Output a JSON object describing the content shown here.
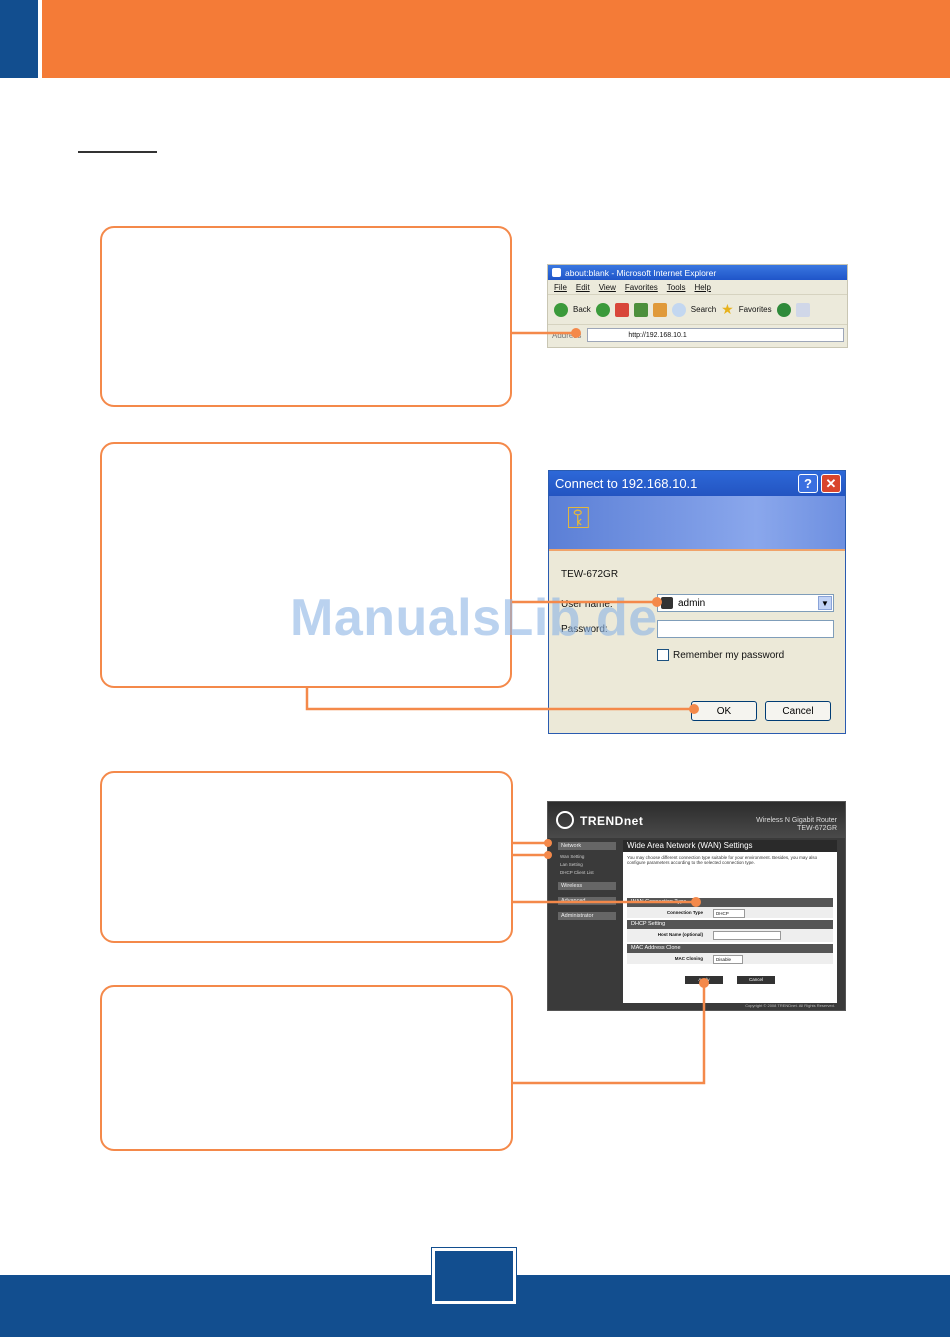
{
  "watermark": "ManualsLib.de",
  "ie": {
    "title": "about:blank - Microsoft Internet Explorer",
    "menu": [
      "File",
      "Edit",
      "View",
      "Favorites",
      "Tools",
      "Help"
    ],
    "toolbar": {
      "back": "Back",
      "search": "Search",
      "favorites": "Favorites"
    },
    "address_label": "Address",
    "address_value": "http://192.168.10.1"
  },
  "login": {
    "title": "Connect to 192.168.10.1",
    "help_glyph": "?",
    "close_glyph": "✕",
    "server": "TEW-672GR",
    "username_label": "User name:",
    "username_value": "admin",
    "password_label": "Password:",
    "remember_label": "Remember my password",
    "ok": "OK",
    "cancel": "Cancel"
  },
  "router": {
    "brand": "TRENDnet",
    "product_line1": "Wireless N Gigabit Router",
    "product_line2": "TEW-672GR",
    "nav": [
      "Network",
      "Wireless",
      "Advanced",
      "Administrator"
    ],
    "network_sub": [
      "Wan Setting",
      "Lan Setting",
      "DHCP Client List"
    ],
    "panel_title": "Wide Area Network (WAN) Settings",
    "panel_desc": "You may choose different connection type suitable for your environment. Besides, you may also configure parameters according to the selected connection type.",
    "sections": {
      "wan_type": "WAN Connection Type",
      "wan_type_label": "Connection Type",
      "wan_type_value": "DHCP",
      "dhcp": "DHCP Setting",
      "host_label": "Host Name (optional)",
      "mac": "MAC Address Clone",
      "mac_label": "MAC Cloning",
      "mac_value": "Disable"
    },
    "apply": "Apply",
    "cancel": "Cancel",
    "copyright": "Copyright © 2008 TRENDnet. All Rights Reserved."
  }
}
